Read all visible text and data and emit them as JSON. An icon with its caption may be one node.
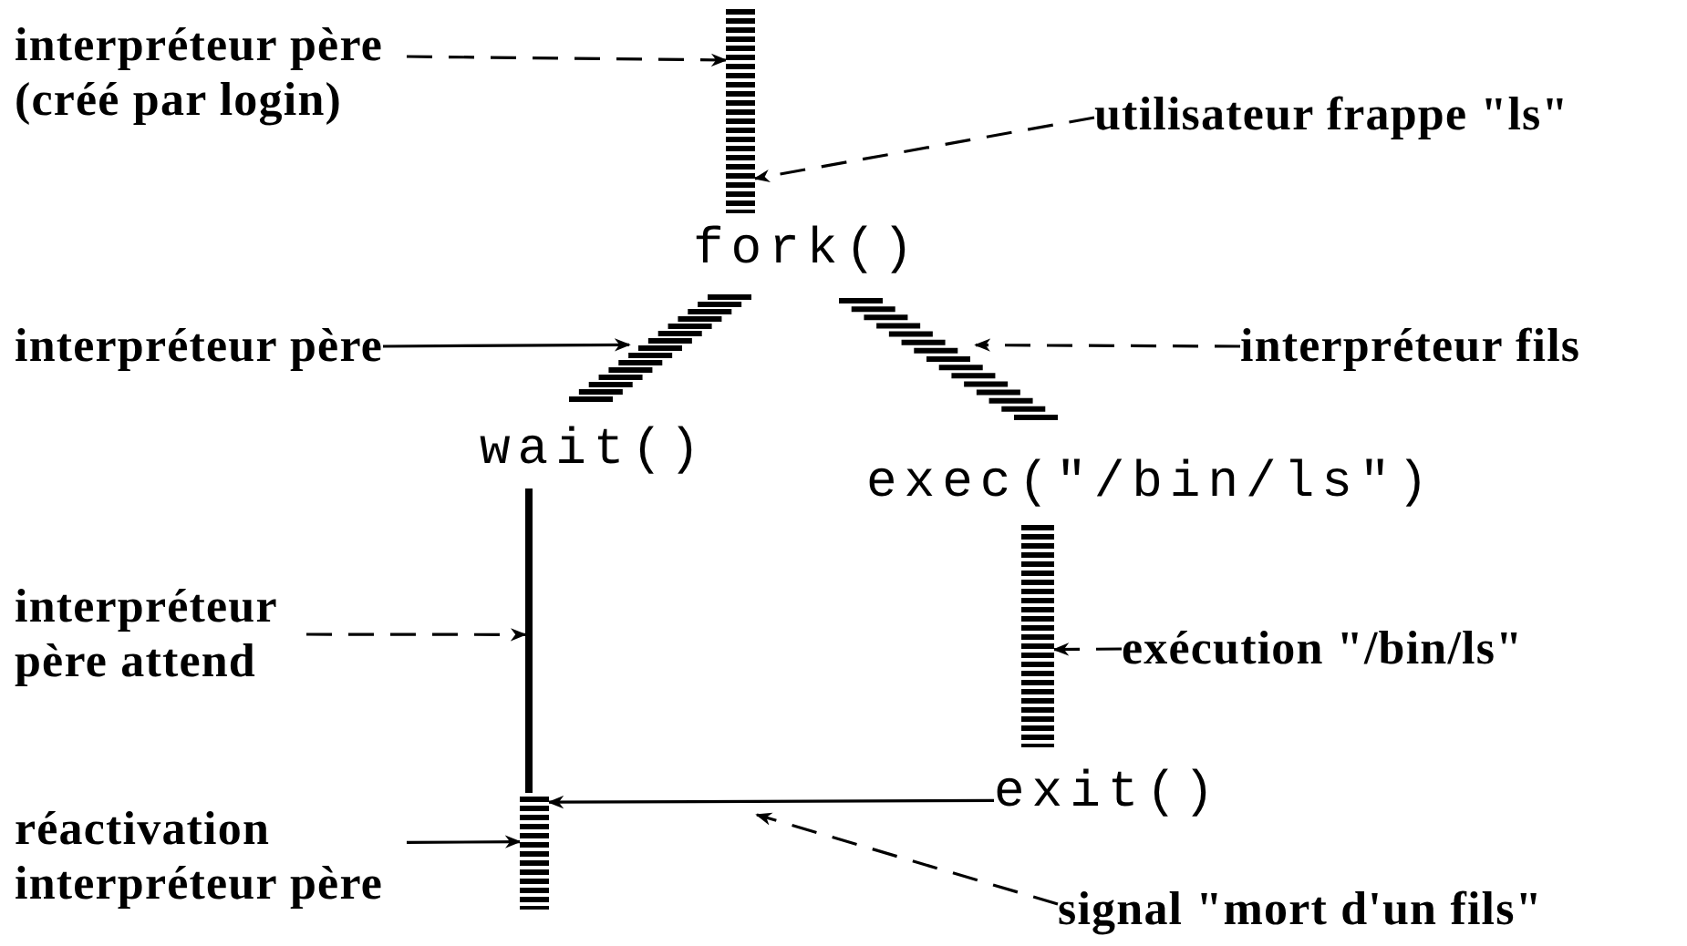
{
  "diagram": {
    "nodes": [
      {
        "text": [
          "interpréteur père (créé par login)"
        ]
      },
      {
        "text": [],
        "shape": "bar"
      },
      {
        "text": [
          "utilisateur frappe \"ls\""
        ]
      },
      {
        "text": [
          "fork()"
        ]
      },
      {
        "text": [
          "interpréteur père"
        ]
      },
      {
        "text": [],
        "shape": "bar"
      },
      {
        "text": [],
        "shape": "bar"
      },
      {
        "text": [
          "interpréteur fils"
        ]
      },
      {
        "text": [
          "wait()"
        ]
      },
      {
        "text": [
          "exec(\"/bin/ls\")"
        ]
      },
      {
        "text": [],
        "shape": "line"
      },
      {
        "text": [
          "interpréteur père attend"
        ]
      },
      {
        "text": [],
        "shape": "bar"
      },
      {
        "text": [
          "exécution \"/bin/ls\""
        ]
      },
      {
        "text": [
          "exit()"
        ]
      },
      {
        "text": [],
        "shape": "bar"
      },
      {
        "text": [
          "réactivation interpréteur père"
        ]
      },
      {
        "text": [
          "signal \"mort d'un fils\""
        ]
      }
    ],
    "edges": [
      {
        "from": 0,
        "to": 1,
        "arrow": "to",
        "style": "dashed"
      },
      {
        "from": 2,
        "to": 1,
        "arrow": "to",
        "style": "dashed"
      },
      {
        "from": 4,
        "to": 5,
        "arrow": "to"
      },
      {
        "from": 7,
        "to": 6,
        "arrow": "to",
        "style": "dashed"
      },
      {
        "from": 11,
        "to": 10,
        "arrow": "to",
        "style": "dashed"
      },
      {
        "from": 13,
        "to": 12,
        "arrow": "to",
        "style": "dashed"
      },
      {
        "from": 16,
        "to": 15,
        "arrow": "to"
      },
      {
        "from": 14,
        "to": 15,
        "arrow": "to"
      },
      {
        "from": 17,
        "to": null,
        "arrow": "to",
        "style": "dashed"
      }
    ]
  }
}
